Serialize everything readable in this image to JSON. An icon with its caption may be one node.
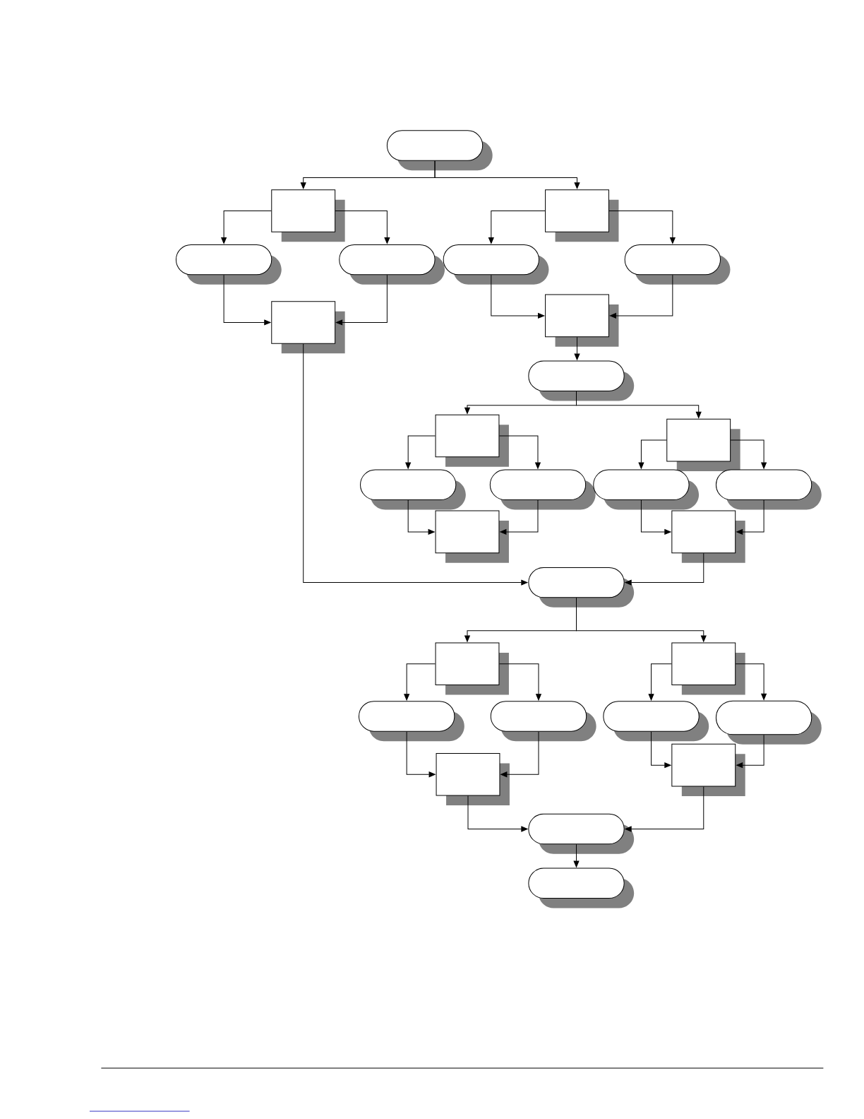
{
  "diagram": {
    "nodes": [
      {
        "text": [],
        "shape": "capsule"
      },
      {
        "text": [],
        "shape": "box"
      },
      {
        "text": [],
        "shape": "box"
      },
      {
        "text": [],
        "shape": "capsule"
      },
      {
        "text": [],
        "shape": "capsule"
      },
      {
        "text": [],
        "shape": "capsule"
      },
      {
        "text": [],
        "shape": "capsule"
      },
      {
        "text": [],
        "shape": "box"
      },
      {
        "text": [],
        "shape": "box"
      },
      {
        "text": [],
        "shape": "capsule"
      },
      {
        "text": [],
        "shape": "box"
      },
      {
        "text": [],
        "shape": "box"
      },
      {
        "text": [],
        "shape": "capsule"
      },
      {
        "text": [],
        "shape": "capsule"
      },
      {
        "text": [],
        "shape": "capsule"
      },
      {
        "text": [],
        "shape": "capsule"
      },
      {
        "text": [],
        "shape": "box"
      },
      {
        "text": [],
        "shape": "box"
      },
      {
        "text": [],
        "shape": "capsule"
      },
      {
        "text": [],
        "shape": "box"
      },
      {
        "text": [],
        "shape": "box"
      },
      {
        "text": [],
        "shape": "capsule"
      },
      {
        "text": [],
        "shape": "capsule"
      },
      {
        "text": [],
        "shape": "capsule"
      },
      {
        "text": [],
        "shape": "capsule"
      },
      {
        "text": [],
        "shape": "box"
      },
      {
        "text": [],
        "shape": "box"
      },
      {
        "text": [],
        "shape": "capsule"
      },
      {
        "text": [],
        "shape": "capsule"
      }
    ],
    "edges": [
      {
        "from": 0,
        "to": 1,
        "arrow": "to"
      },
      {
        "from": 0,
        "to": 2,
        "arrow": "to"
      },
      {
        "from": 1,
        "to": 3,
        "arrow": "to"
      },
      {
        "from": 1,
        "to": 4,
        "arrow": "to"
      },
      {
        "from": 2,
        "to": 5,
        "arrow": "to"
      },
      {
        "from": 2,
        "to": 6,
        "arrow": "to"
      },
      {
        "from": 3,
        "to": 7,
        "arrow": "to"
      },
      {
        "from": 4,
        "to": 7,
        "arrow": "to"
      },
      {
        "from": 5,
        "to": 8,
        "arrow": "to"
      },
      {
        "from": 6,
        "to": 8,
        "arrow": "to"
      },
      {
        "from": 8,
        "to": 9,
        "arrow": "to"
      },
      {
        "from": 9,
        "to": 10,
        "arrow": "to"
      },
      {
        "from": 9,
        "to": 11,
        "arrow": "to"
      },
      {
        "from": 10,
        "to": 12,
        "arrow": "to"
      },
      {
        "from": 10,
        "to": 13,
        "arrow": "to"
      },
      {
        "from": 11,
        "to": 14,
        "arrow": "to"
      },
      {
        "from": 11,
        "to": 15,
        "arrow": "to"
      },
      {
        "from": 12,
        "to": 16,
        "arrow": "to"
      },
      {
        "from": 13,
        "to": 16,
        "arrow": "to"
      },
      {
        "from": 14,
        "to": 17,
        "arrow": "to"
      },
      {
        "from": 15,
        "to": 17,
        "arrow": "to"
      },
      {
        "from": 7,
        "to": 18,
        "arrow": "to"
      },
      {
        "from": 17,
        "to": 18,
        "arrow": "to"
      },
      {
        "from": 18,
        "to": 19,
        "arrow": "to"
      },
      {
        "from": 18,
        "to": 20,
        "arrow": "to"
      },
      {
        "from": 19,
        "to": 21,
        "arrow": "to"
      },
      {
        "from": 19,
        "to": 22,
        "arrow": "to"
      },
      {
        "from": 20,
        "to": 23,
        "arrow": "to"
      },
      {
        "from": 20,
        "to": 24,
        "arrow": "to"
      },
      {
        "from": 21,
        "to": 25,
        "arrow": "to"
      },
      {
        "from": 22,
        "to": 25,
        "arrow": "to"
      },
      {
        "from": 23,
        "to": 26,
        "arrow": "to"
      },
      {
        "from": 24,
        "to": 26,
        "arrow": "to"
      },
      {
        "from": 25,
        "to": 27,
        "arrow": "to"
      },
      {
        "from": 26,
        "to": 27,
        "arrow": "to"
      },
      {
        "from": 27,
        "to": 28,
        "arrow": "to"
      }
    ]
  }
}
